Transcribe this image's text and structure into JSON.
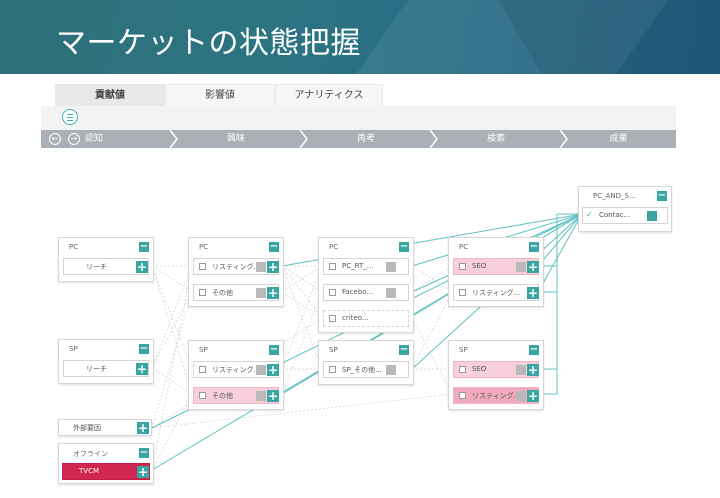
{
  "title": "マーケットの状態把握",
  "tabs": [
    "貢献値",
    "影響値",
    "アナリティクス"
  ],
  "stages": [
    "認知",
    "興味",
    "再考",
    "検索",
    "成果"
  ],
  "stage_arrows": [
    "←",
    "→"
  ],
  "groups": {
    "pc1": {
      "title": "PC",
      "nodes": [
        "リーチ"
      ]
    },
    "sp1": {
      "title": "SP",
      "nodes": [
        "リーチ"
      ]
    },
    "pc2": {
      "title": "PC",
      "nodes": [
        "リスティング...",
        "その他"
      ]
    },
    "sp2": {
      "title": "SP",
      "nodes": [
        "リスティング...",
        "その他"
      ]
    },
    "pc3": {
      "title": "PC",
      "nodes": [
        "PC_RT_...",
        "Facebo...",
        "criteo..."
      ]
    },
    "sp3": {
      "title": "SP",
      "nodes": [
        "SP_その他..."
      ]
    },
    "pc4": {
      "title": "PC",
      "nodes": [
        "SEO",
        "リスティング..."
      ]
    },
    "sp4": {
      "title": "SP",
      "nodes": [
        "SEO",
        "リスティング..."
      ]
    },
    "goal": {
      "title": "PC_AND_S...",
      "nodes": [
        "Contac..."
      ]
    }
  },
  "external": "外部要因",
  "offline": {
    "title": "オフライン",
    "node": "TVCM"
  },
  "icons": {
    "minus": "−",
    "plus": "+",
    "check": "✓"
  },
  "colors": {
    "accent": "#3aa6a4",
    "pink": "#f8cfda",
    "red": "#d0264f",
    "banner": "#2c7480"
  }
}
